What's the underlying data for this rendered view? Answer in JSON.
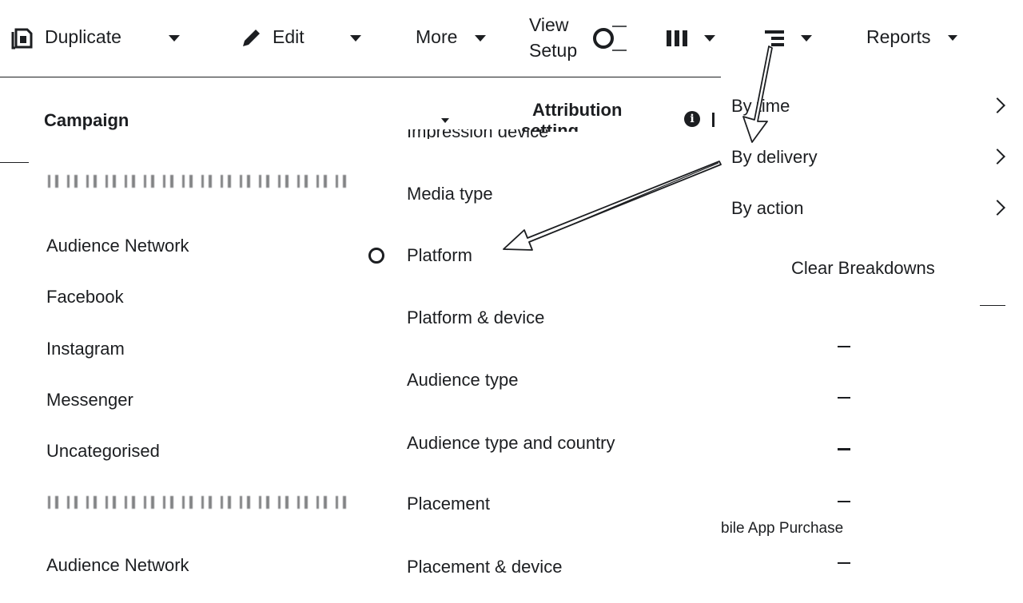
{
  "toolbar": {
    "duplicate_label": "Duplicate",
    "edit_label": "Edit",
    "more_label": "More",
    "view_setup_line1": "View",
    "view_setup_line2": "Setup",
    "reports_label": "Reports"
  },
  "table": {
    "columns": {
      "campaign": "Campaign",
      "attribution_line1": "Attribution",
      "attribution_line2": "setting"
    },
    "rows": [
      {
        "label": "Audience Network"
      },
      {
        "label": "Facebook"
      },
      {
        "label": "Instagram"
      },
      {
        "label": "Messenger"
      },
      {
        "label": "Uncategorised"
      },
      {
        "label": "Audience Network"
      }
    ],
    "partial_cell": "bile App Purchase"
  },
  "delivery_submenu": {
    "items": [
      {
        "label": "Impression device"
      },
      {
        "label": "Media type"
      },
      {
        "label": "Platform"
      },
      {
        "label": "Platform & device"
      },
      {
        "label": "Audience type"
      },
      {
        "label": "Audience type and country"
      },
      {
        "label": "Placement"
      },
      {
        "label": "Placement & device"
      }
    ]
  },
  "breakdown_menu": {
    "items": [
      {
        "label": "By time"
      },
      {
        "label": "By delivery"
      },
      {
        "label": "By action"
      }
    ],
    "clear_label": "Clear Breakdowns"
  },
  "colors": {
    "text": "#1c1e21",
    "background": "#ffffff"
  },
  "icons": [
    "duplicate-icon",
    "pencil-icon",
    "toggle-icon",
    "columns-icon",
    "breakdown-icon",
    "info-icon",
    "chevron-right-icon",
    "radio-icon"
  ]
}
